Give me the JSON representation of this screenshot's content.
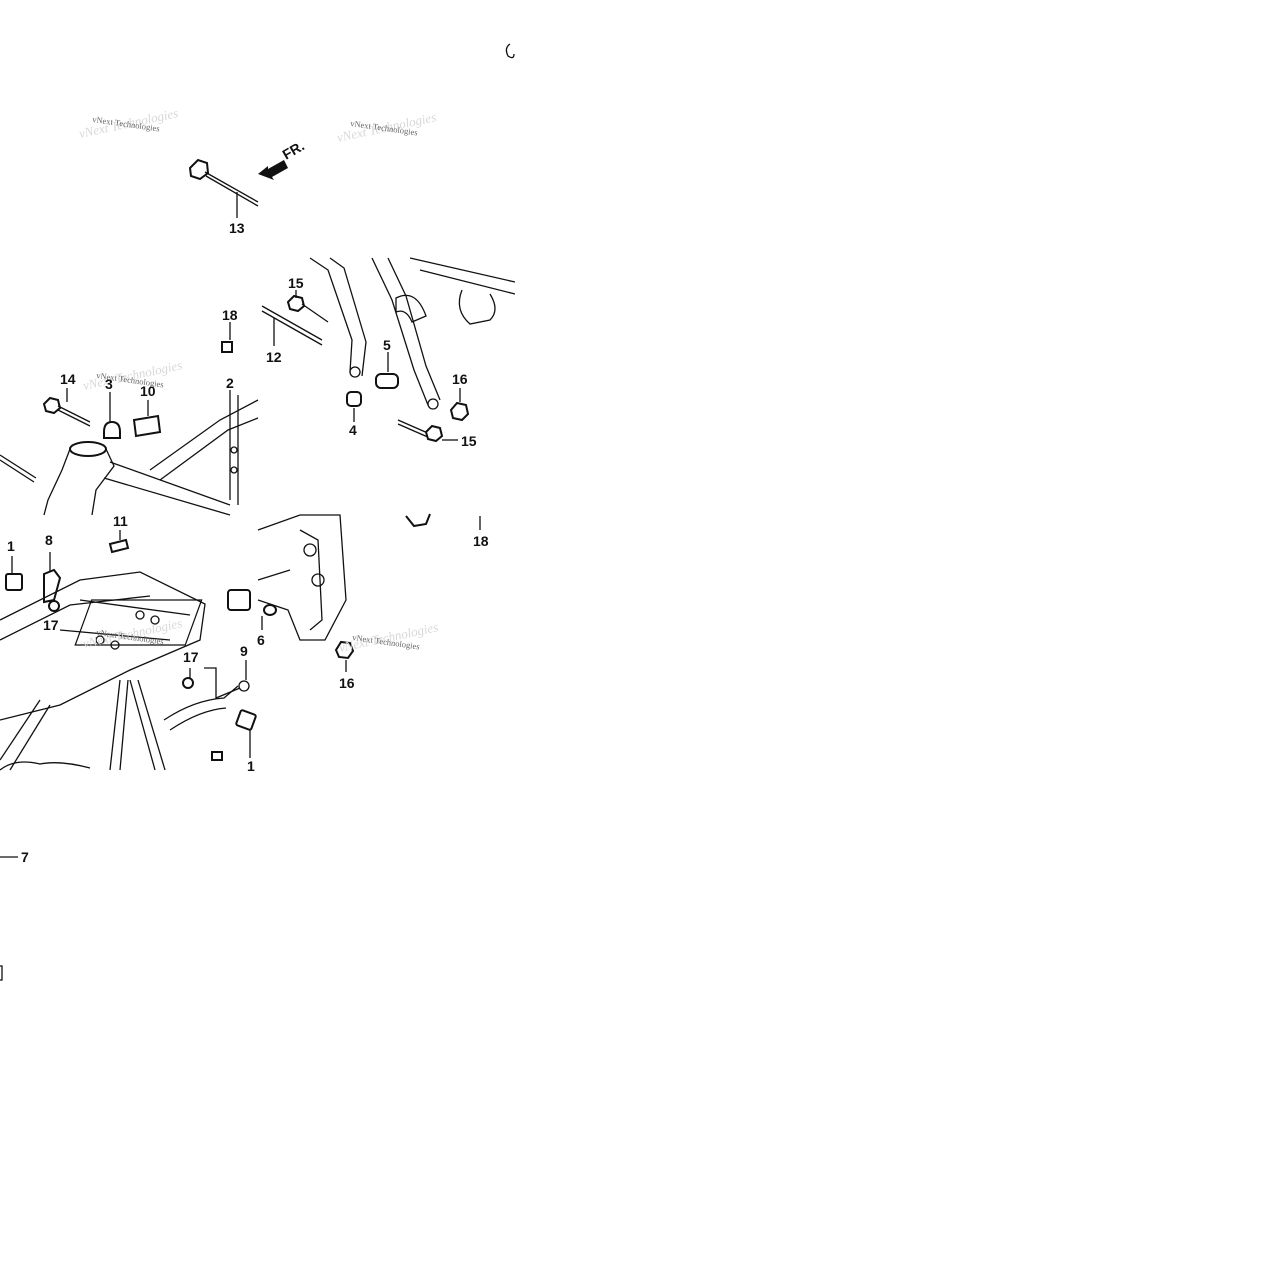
{
  "diagram": {
    "watermark_text": "vNext Technologies",
    "direction_label": "FR.",
    "part_callouts": [
      "13",
      "18",
      "12",
      "15",
      "5",
      "14",
      "3",
      "10",
      "2",
      "16",
      "4",
      "15",
      "11",
      "18",
      "1",
      "8",
      "17",
      "6",
      "17",
      "9",
      "16",
      "1",
      "7"
    ]
  }
}
